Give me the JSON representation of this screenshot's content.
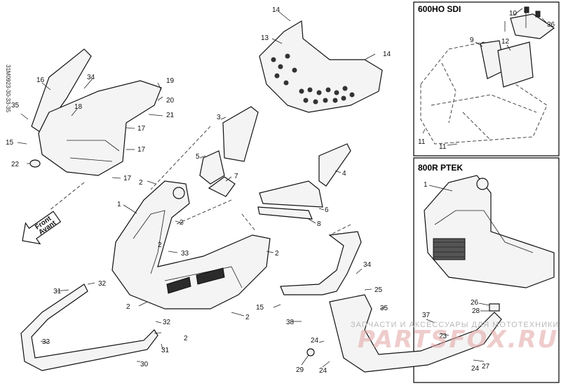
{
  "diagram": {
    "code": "31M0923-30-33-35",
    "front_label": {
      "line1": "Front",
      "line2": "Avant"
    },
    "insets": [
      {
        "title": "600HO SDI",
        "callouts": [
          "10",
          "36",
          "9",
          "12",
          "11",
          "11"
        ]
      },
      {
        "title": "800R PTEK",
        "callouts": [
          "1"
        ]
      }
    ],
    "callouts_main": [
      "14",
      "13",
      "14",
      "16",
      "34",
      "35",
      "18",
      "19",
      "20",
      "21",
      "17",
      "15",
      "17",
      "22",
      "17",
      "3",
      "5",
      "7",
      "4",
      "6",
      "8",
      "2",
      "1",
      "2",
      "2",
      "33",
      "2",
      "34",
      "25",
      "31",
      "32",
      "33",
      "2",
      "15",
      "35",
      "2",
      "2",
      "38",
      "37",
      "28",
      "26",
      "23",
      "32",
      "24",
      "27",
      "31",
      "30",
      "29",
      "24",
      "24"
    ],
    "watermark": {
      "line1": "ЗАПЧАСТИ И АКСЕССУАРЫ ДЛЯ МОТОТЕХНИКИ",
      "line2": "PARTSFOX.RU"
    },
    "colors": {
      "line": "#111111",
      "watermark_text": "#b9b9b9",
      "watermark_logo": "#e2a3a3"
    }
  }
}
